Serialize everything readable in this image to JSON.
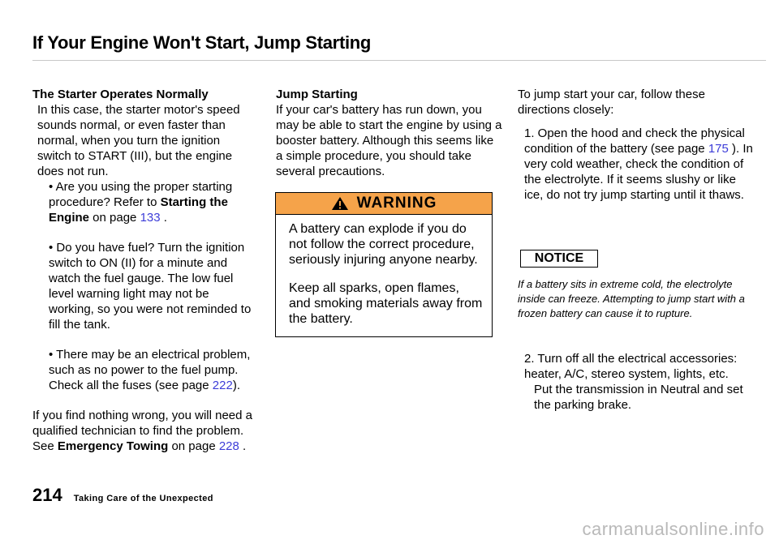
{
  "page_title": "If Your Engine Won't Start, Jump Starting",
  "col1": {
    "heading": "The Starter Operates Normally",
    "intro": "In this case, the starter motor's speed sounds normal, or even faster than normal, when you turn the ignition switch to START (III), but the engine does not run.",
    "bullet1_text": "• Are you using the proper starting procedure? Refer to ",
    "bullet1_bold": "Starting the Engine",
    "bullet1_mid": " on page ",
    "bullet1_page": "133",
    "bullet1_end": " .",
    "bullet2": "• Do you have fuel? Turn the ignition switch to ON (II) for a minute and watch the fuel gauge. The low fuel level warning light may not be working, so you were not reminded to fill the tank.",
    "bullet3_text": "• There may be an electrical problem, such as no power to the fuel pump. Check all the fuses (see page ",
    "bullet3_page": "222",
    "bullet3_end": ").",
    "closing_text": "If you find nothing wrong, you will need a qualified technician to find the problem. See ",
    "closing_bold": "Emergency Towing",
    "closing_mid": " on page ",
    "closing_page": "228",
    "closing_end": " ."
  },
  "col2": {
    "heading": "Jump Starting",
    "intro": "If your car's battery has run down, you may be able to start the engine by using a booster battery. Although this seems like a simple procedure, you should take several precautions."
  },
  "warning": {
    "label": "WARNING",
    "para1": "A battery can explode if you do not follow the correct procedure, seriously injuring anyone nearby.",
    "para2": "Keep all sparks, open flames, and smoking materials away from the battery.",
    "color": "#f5a34a"
  },
  "col3": {
    "intro": "To jump start your car, follow these directions closely:",
    "step1_text": "1. Open the hood and check the physical condition of the battery (see page ",
    "step1_page": "175",
    "step1_end": " ). In very cold weather, check the condition of the electrolyte. If it seems slushy or like ice, do not try jump starting until it thaws.",
    "notice_label": "NOTICE",
    "notice_text": "If a battery sits in extreme cold, the electrolyte inside can freeze. Attempting to jump start with a frozen battery can cause it to rupture.",
    "step2_text": "2. Turn off all the electrical accessories: heater, A/C, stereo system, lights, etc.",
    "step2_more": "Put the transmission in Neutral and set the parking brake."
  },
  "footer": {
    "page_number": "214",
    "section": "Taking Care of the Unexpected"
  },
  "watermark": "carmanualsonline.info",
  "link_color": "#3c3cd8"
}
